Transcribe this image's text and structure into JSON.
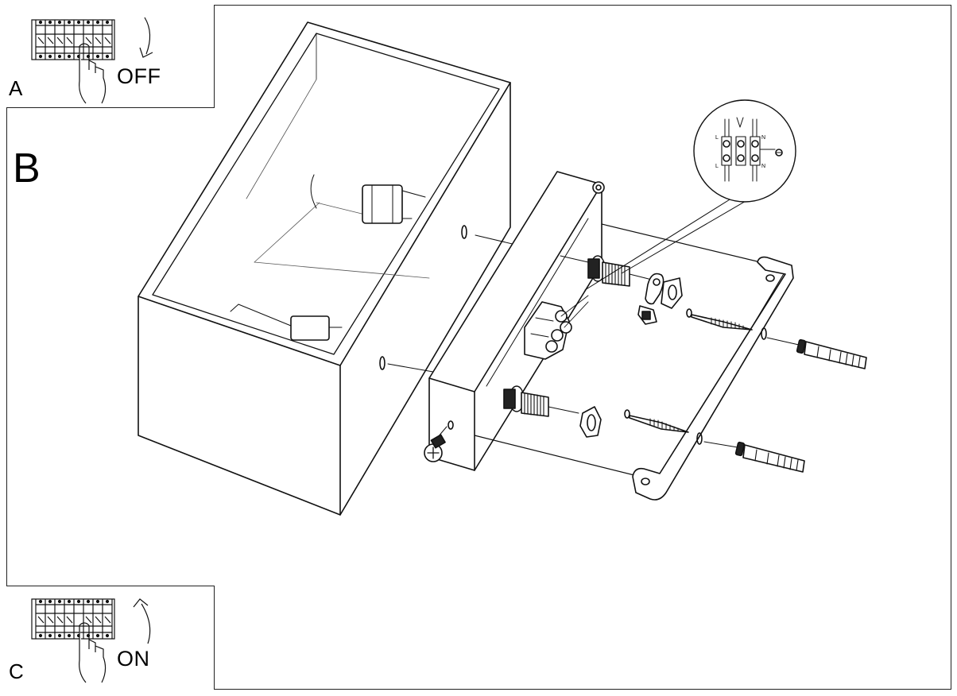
{
  "steps": {
    "a": {
      "letter": "A",
      "switch_state": "OFF"
    },
    "b": {
      "letter": "B"
    },
    "c": {
      "letter": "C",
      "switch_state": "ON"
    }
  },
  "wiring_detail": {
    "live": "L",
    "neutral": "N"
  },
  "icons": [
    "circuit-breaker-icon",
    "hand-icon",
    "arrow-down-icon",
    "arrow-up-icon",
    "earth-ground-icon"
  ]
}
